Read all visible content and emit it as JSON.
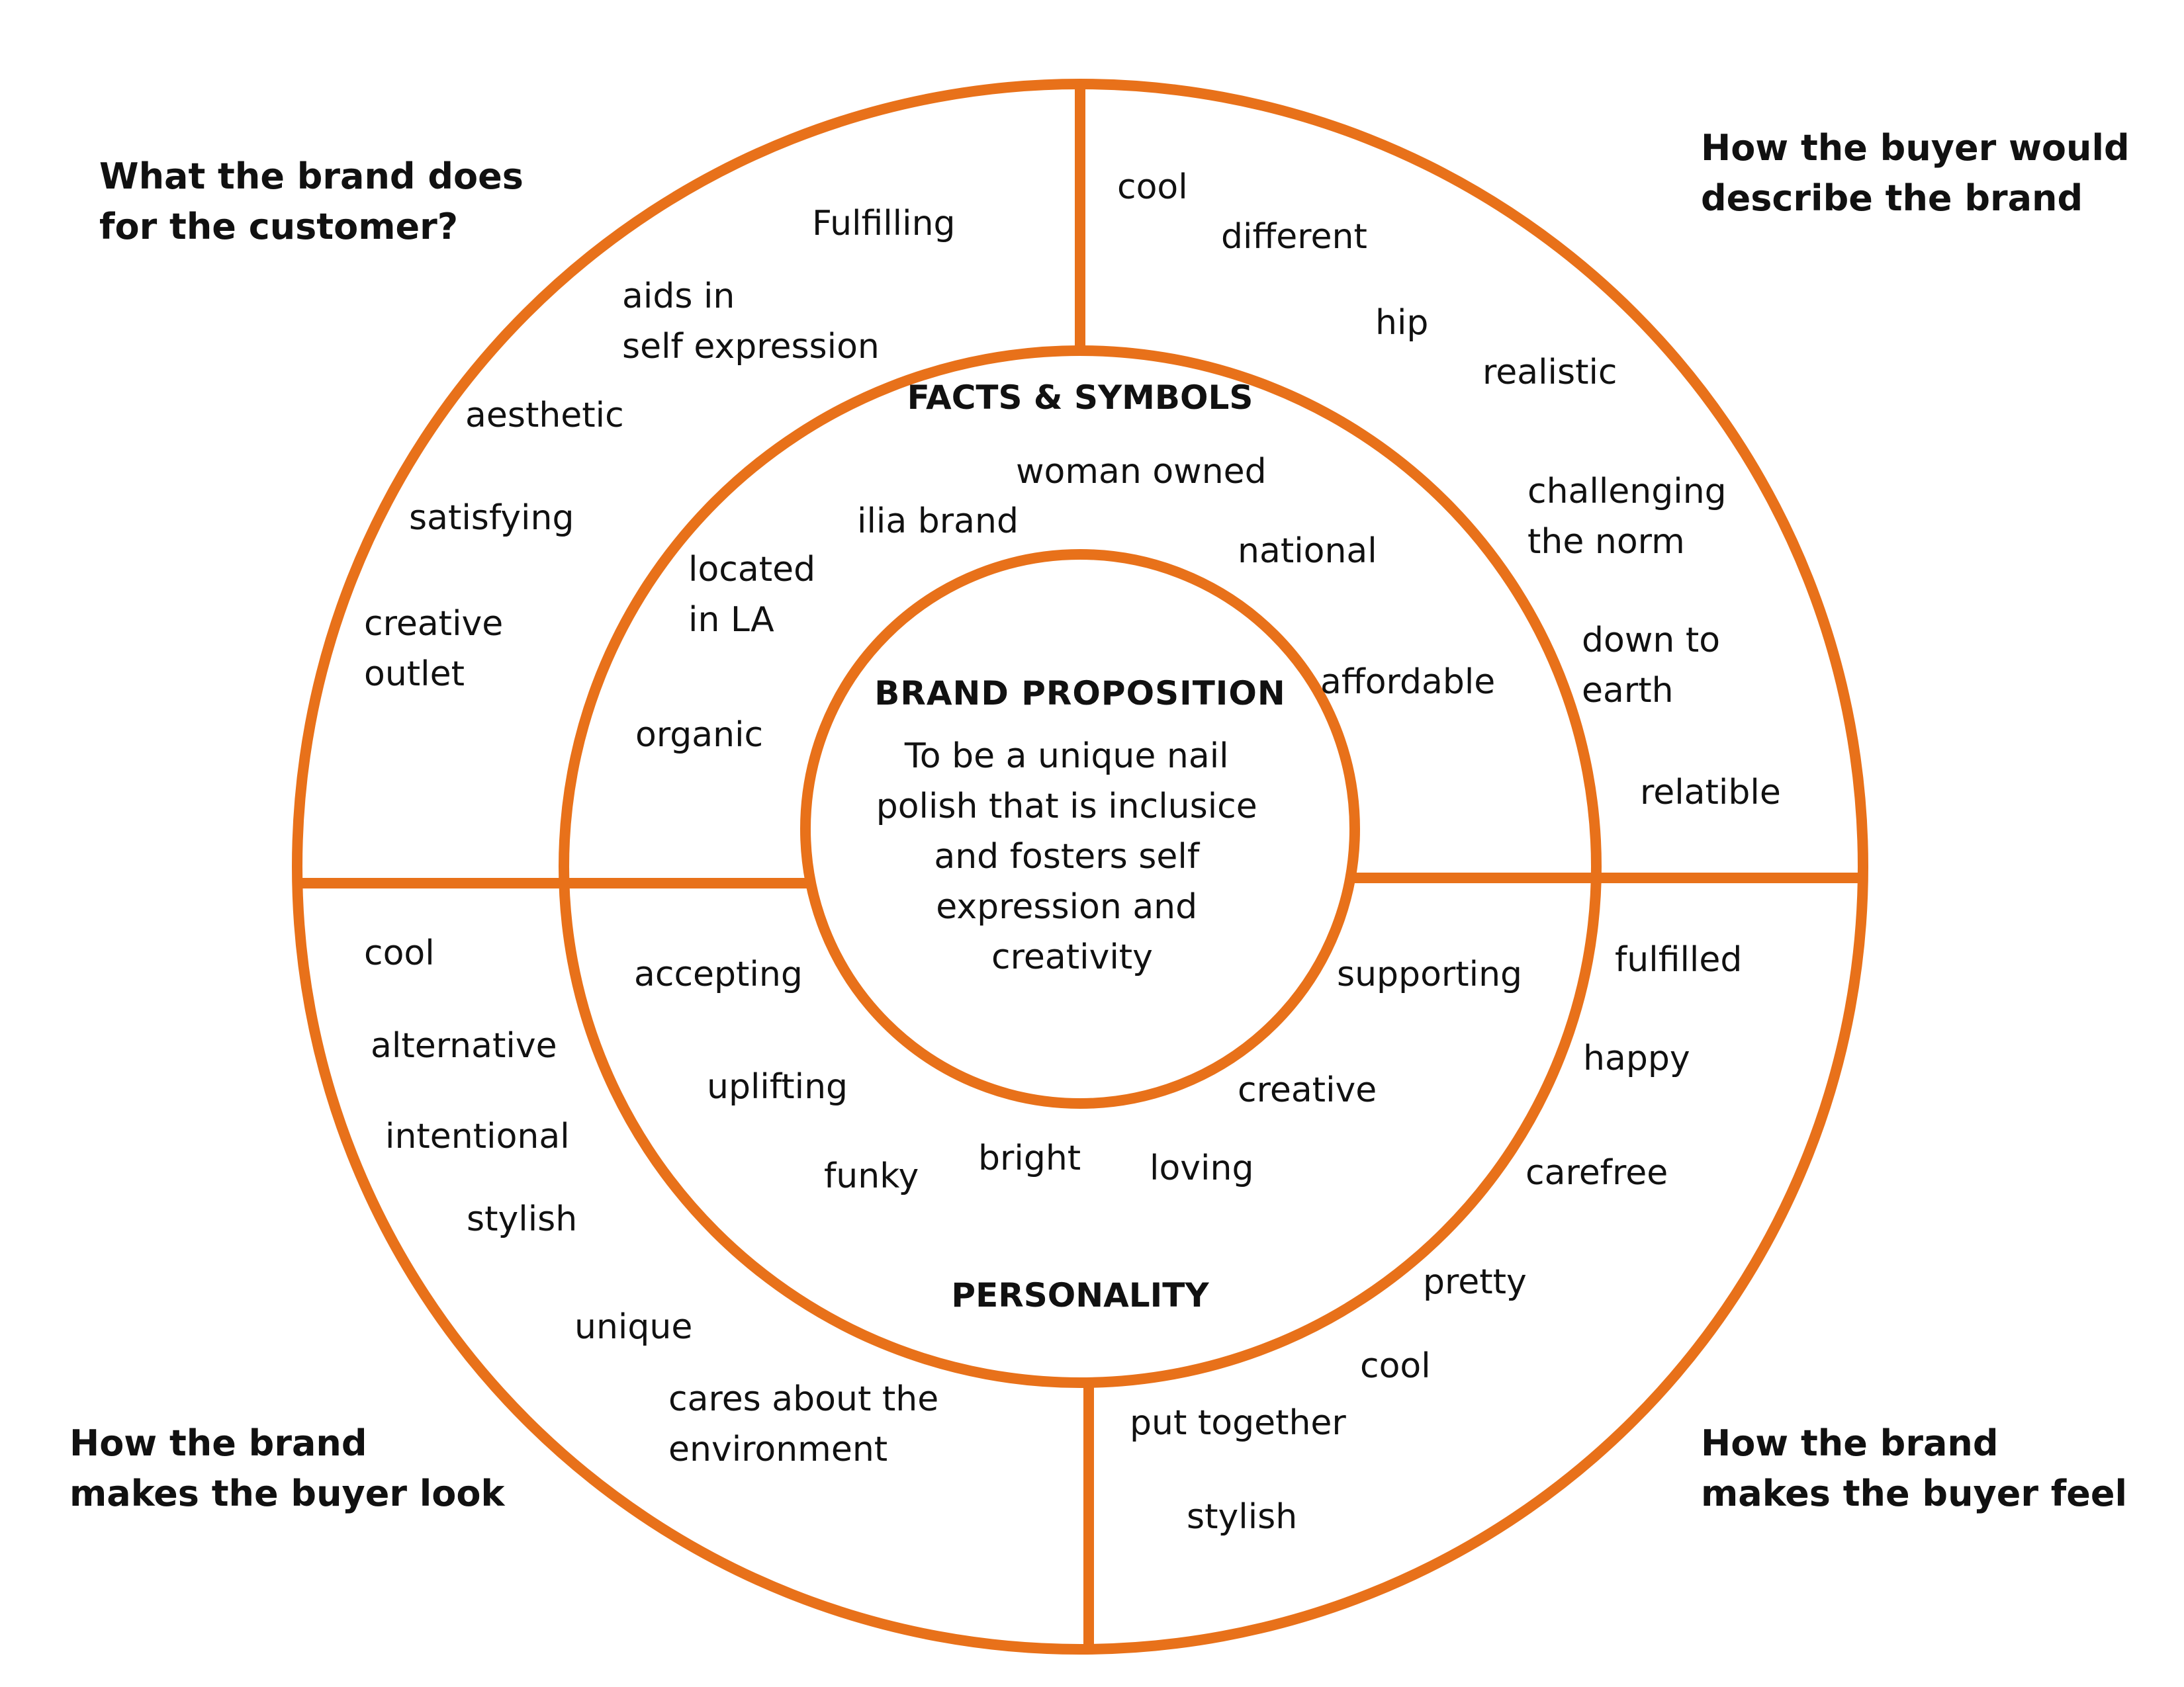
{
  "colors": {
    "ring": "#E8711A",
    "text": "#111111",
    "background": "#ffffff"
  },
  "corners": {
    "top_left": [
      "What the brand does",
      "for the customer?"
    ],
    "top_right": [
      "How the buyer would",
      "describe the brand"
    ],
    "bottom_left": [
      "How the brand",
      "makes the buyer look"
    ],
    "bottom_right": [
      "How the brand",
      "makes the buyer feel"
    ]
  },
  "center": {
    "heading": "BRAND PROPOSITION",
    "text_lines": [
      "To be a unique nail",
      "polish that is inclusice",
      "and fosters self",
      "expression and",
      "creativity"
    ]
  },
  "middle_ring": {
    "facts_heading": "FACTS & SYMBOLS",
    "personality_heading": "PERSONALITY",
    "facts_words": [
      [
        "woman owned"
      ],
      [
        "ilia brand"
      ],
      [
        "national"
      ],
      [
        "located",
        "in LA"
      ],
      [
        "affordable"
      ],
      [
        "organic"
      ]
    ],
    "personality_words": [
      [
        "accepting"
      ],
      [
        "supporting"
      ],
      [
        "uplifting"
      ],
      [
        "creative"
      ],
      [
        "funky"
      ],
      [
        "bright"
      ],
      [
        "loving"
      ]
    ]
  },
  "outer_ring": {
    "top_left_words": [
      [
        "Fulfilling"
      ],
      [
        "aids in",
        "self expression"
      ],
      [
        "aesthetic"
      ],
      [
        "satisfying"
      ],
      [
        "creative",
        "outlet"
      ]
    ],
    "top_right_words": [
      [
        "cool"
      ],
      [
        "different"
      ],
      [
        "hip"
      ],
      [
        "realistic"
      ],
      [
        "challenging",
        "the norm"
      ],
      [
        "down to",
        "earth"
      ],
      [
        "relatible"
      ]
    ],
    "bottom_left_words": [
      [
        "cool"
      ],
      [
        "alternative"
      ],
      [
        "intentional"
      ],
      [
        "stylish"
      ],
      [
        "unique"
      ],
      [
        "cares about the",
        "environment"
      ]
    ],
    "bottom_right_words": [
      [
        "fulfilled"
      ],
      [
        "happy"
      ],
      [
        "carefree"
      ],
      [
        "pretty"
      ],
      [
        "cool"
      ],
      [
        "put together"
      ],
      [
        "stylish"
      ]
    ]
  }
}
